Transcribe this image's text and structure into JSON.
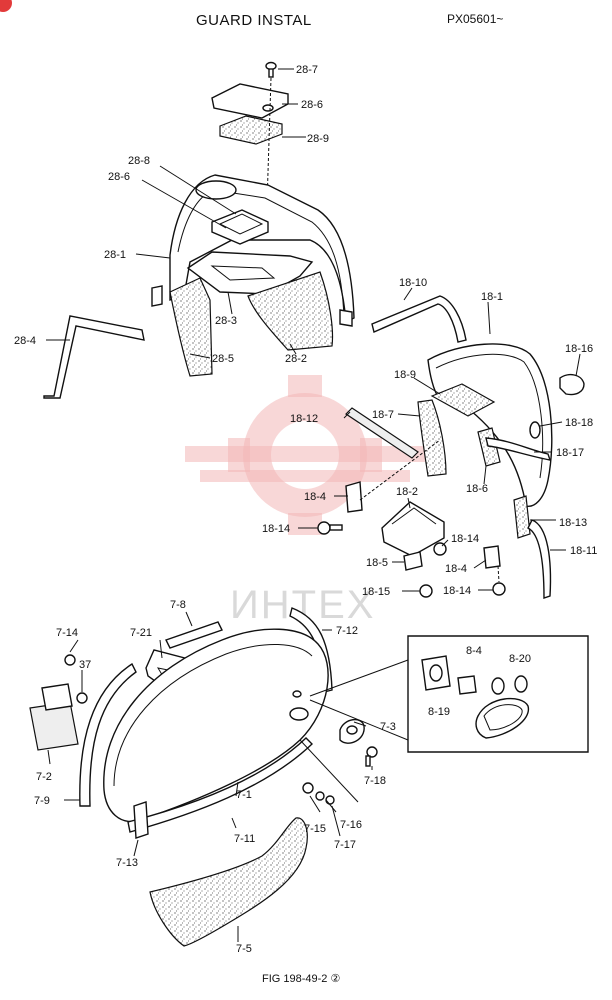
{
  "header": {
    "title": "GUARD INSTAL",
    "code": "PX05601~"
  },
  "footer": {
    "figure": "FIG 198-49-2",
    "figure_mark": "②"
  },
  "watermark": {
    "text": "ИНТЕХ",
    "color": "#f3b7b7"
  },
  "callouts": {
    "c28_7": "28-7",
    "c28_6a": "28-6",
    "c28_9": "28-9",
    "c28_8": "28-8",
    "c28_6b": "28-6",
    "c28_1": "28-1",
    "c28_3": "28-3",
    "c28_4": "28-4",
    "c28_5": "28-5",
    "c28_2": "28-2",
    "c18_10": "18-10",
    "c18_1": "18-1",
    "c18_16": "18-16",
    "c18_9": "18-9",
    "c18_18": "18-18",
    "c18_12": "18-12",
    "c18_7": "18-7",
    "c18_17": "18-17",
    "c18_6": "18-6",
    "c18_4a": "18-4",
    "c18_2": "18-2",
    "c18_13": "18-13",
    "c18_14a": "18-14",
    "c18_14b": "18-14",
    "c18_11": "18-11",
    "c18_5": "18-5",
    "c18_4b": "18-4",
    "c18_15": "18-15",
    "c18_14c": "18-14",
    "c7_8": "7-8",
    "c7_12": "7-12",
    "c7_14": "7-14",
    "c7_21": "7-21",
    "c8_4": "8-4",
    "c8_20": "8-20",
    "c37": "37",
    "c8_19": "8-19",
    "c7_3": "7-3",
    "c7_2": "7-2",
    "c7_18": "7-18",
    "c7_9": "7-9",
    "c7_1": "7-1",
    "c7_16": "7-16",
    "c7_15": "7-15",
    "c7_11": "7-11",
    "c7_17": "7-17",
    "c7_13": "7-13",
    "c7_5": "7-5"
  }
}
